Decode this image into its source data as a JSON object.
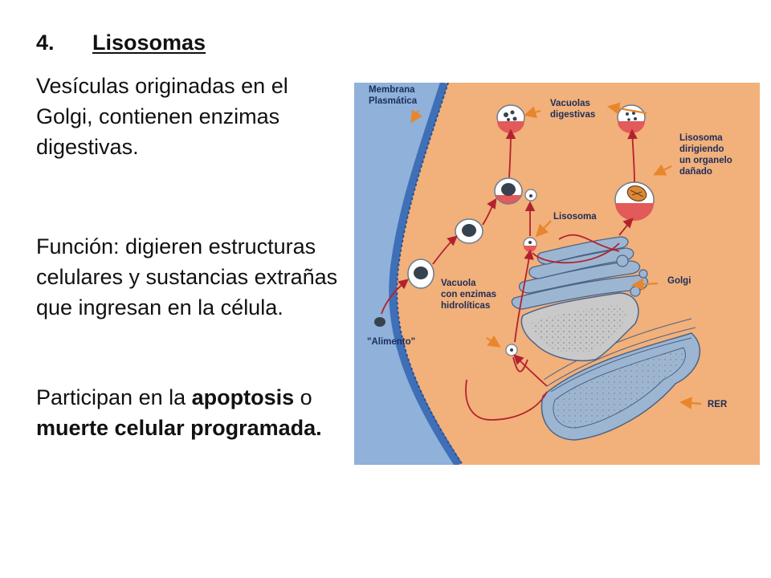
{
  "heading": {
    "number": "4.",
    "title": "Lisosomas"
  },
  "paragraph1": "Vesículas originadas en el Golgi, contienen enzimas digestivas.",
  "paragraph2": "Función: digieren estructuras celulares y sustancias extrañas que ingresan en la célula.",
  "paragraph3": {
    "text_before": "Participan en la ",
    "bold1": "apoptosis",
    "text_middle": " o ",
    "bold2": "muerte celular programada."
  },
  "diagram": {
    "labels": {
      "membrana_line1": "Membrana",
      "membrana_line2": "Plasmática",
      "vacuolas_line1": "Vacuolas",
      "vacuolas_line2": "digestivas",
      "lisosoma_dirigiendo_line1": "Lisosoma",
      "lisosoma_dirigiendo_line2": "dirigiendo",
      "lisosoma_dirigiendo_line3": "un organelo",
      "lisosoma_dirigiendo_line4": "dañado",
      "lisosoma": "Lisosoma",
      "vacuola_line1": "Vacuola",
      "vacuola_line2": "con enzimas",
      "vacuola_line3": "hidrolíticas",
      "golgi": "Golgi",
      "alimento": "\"Alimento\"",
      "rer": "RER"
    },
    "colors": {
      "cytoplasm": "#f2b07a",
      "exterior": "#8fb1da",
      "membrane": "#3f6fb6",
      "organelle": "#9cb6d2",
      "arrow_red": "#b2222e",
      "arrow_orange": "#e8862c",
      "vesicle_red": "#e25a5a",
      "food": "#36434f"
    }
  }
}
